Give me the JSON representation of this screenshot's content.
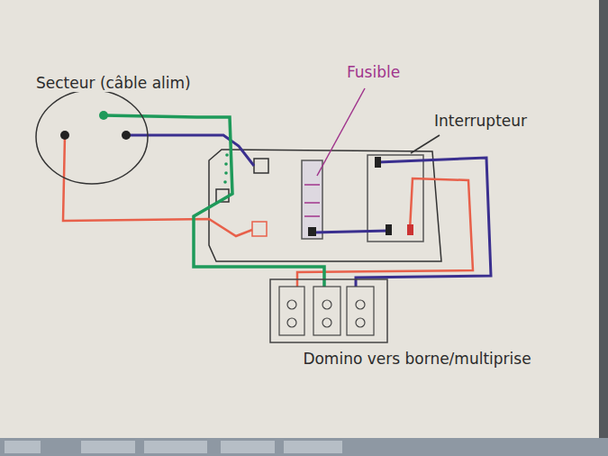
{
  "diagram": {
    "nodes": [
      {
        "text": [
          "Secteur (câble alim)"
        ]
      },
      {
        "text": [
          "Domino vers borne/multiprise"
        ]
      }
    ],
    "edges": [
      {
        "from": 0,
        "to": 1,
        "arrow": "none"
      }
    ],
    "labels": [
      "Fusible",
      "Interrupteur"
    ]
  }
}
